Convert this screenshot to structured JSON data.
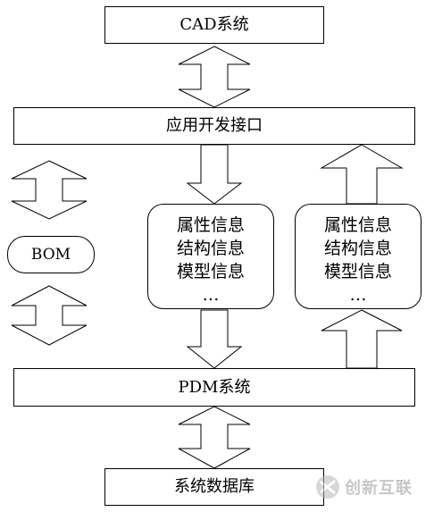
{
  "boxes": {
    "cad": "CAD系统",
    "api": "应用开发接口",
    "pdm": "PDM系统",
    "db": "系统数据库",
    "bom": "BOM"
  },
  "info_left": [
    "属性信息",
    "结构信息",
    "模型信息",
    "…"
  ],
  "info_right": [
    "属性信息",
    "结构信息",
    "模型信息",
    "…"
  ],
  "watermark": {
    "text": "创新互联",
    "icon": "logo-x-icon"
  },
  "colors": {
    "stroke": "#000000",
    "fill": "#ffffff",
    "watermark": "#9a9a9a"
  }
}
